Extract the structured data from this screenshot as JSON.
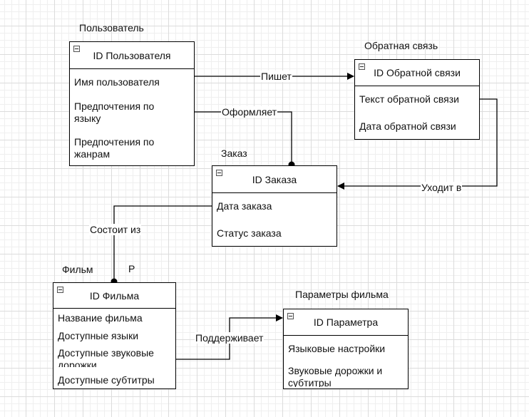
{
  "entities": {
    "user": {
      "caption": "Пользователь",
      "id": "ID Пользователя",
      "attributes": [
        "Имя пользователя",
        "Предпочтения по языку",
        "Предпочтения по жанрам"
      ]
    },
    "feedback": {
      "caption": "Обратная связь",
      "id": "ID Обратной связи",
      "attributes": [
        "Текст обратной связи",
        "Дата обратной связи"
      ]
    },
    "order": {
      "caption": "Заказ",
      "id": "ID Заказа",
      "attributes": [
        "Дата заказа",
        "Статус заказа"
      ]
    },
    "film": {
      "caption": "Фильм",
      "id": "ID Фильма",
      "attributes": [
        "Название фильма",
        "Доступные языки",
        "Доступные звуковые дорожки",
        "Доступные субтитры"
      ]
    },
    "params": {
      "caption": "Параметры фильма",
      "id": "ID Параметра",
      "attributes": [
        "Языковые настройки",
        "Звуковые дорожки и субтитры"
      ]
    }
  },
  "relations": {
    "writes": "Пишет",
    "places": "Оформляет",
    "goes_to": "Уходит в",
    "consists_of": "Состоит из",
    "supports": "Поддерживает"
  },
  "cardinality_p": "Р"
}
